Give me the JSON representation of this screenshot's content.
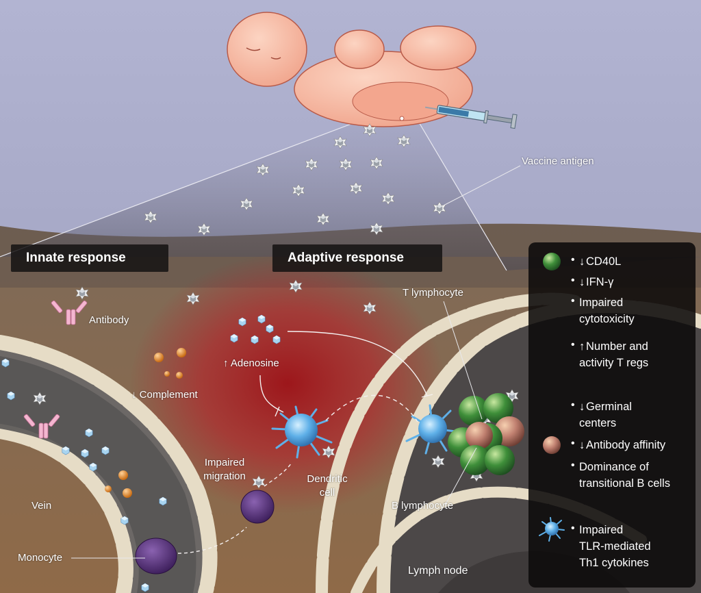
{
  "headers": {
    "innate": "Innate response",
    "adaptive": "Adaptive response"
  },
  "labels": {
    "vaccine_antigen": "Vaccine antigen",
    "antibody": "Antibody",
    "complement": "Complement",
    "adenosine": "Adenosine",
    "t_lymphocyte": "T lymphocyte",
    "impaired_migration_1": "Impaired",
    "impaired_migration_2": "migration",
    "dendritic_1": "Dendritic",
    "dendritic_2": "cell",
    "b_lymphocyte": "B lymphocyte",
    "vein": "Vein",
    "monocyte": "Monocyte",
    "lymph_node": "Lymph node"
  },
  "panel": {
    "items": [
      {
        "arrow": "down",
        "lines": [
          "CD40L"
        ]
      },
      {
        "arrow": "down",
        "lines": [
          "IFN-γ"
        ]
      },
      {
        "arrow": "",
        "lines": [
          "Impaired",
          "cytotoxicity"
        ]
      },
      {
        "arrow": "up",
        "lines": [
          "Number and",
          "activity T regs"
        ]
      },
      {
        "arrow": "down",
        "lines": [
          "Germinal",
          "centers"
        ]
      },
      {
        "arrow": "down",
        "lines": [
          "Antibody affinity"
        ]
      },
      {
        "arrow": "",
        "lines": [
          "Dominance of",
          "transitional B cells"
        ]
      },
      {
        "arrow": "",
        "lines": [
          "Impaired",
          "TLR-mediated",
          "Th1 cytokines"
        ]
      }
    ],
    "bullet": "•"
  },
  "colors": {
    "sky_top": "#aeb0cf",
    "tissue": "#8a6b50",
    "vessel": "#5e5a58",
    "vessel_wall": "#e6dcc6",
    "inflammation": "#b8242a",
    "dendritic_cell": "#5fb0e8",
    "monocyte": "#4a2a6a",
    "t_cell": "#3f8f3a",
    "b_cell": "#c08070",
    "infant_skin": "#f5b49c"
  },
  "icons": [
    "antigen-icon",
    "antibody-icon",
    "syringe-icon",
    "infant-icon",
    "complement-icon",
    "adenosine-icon"
  ]
}
